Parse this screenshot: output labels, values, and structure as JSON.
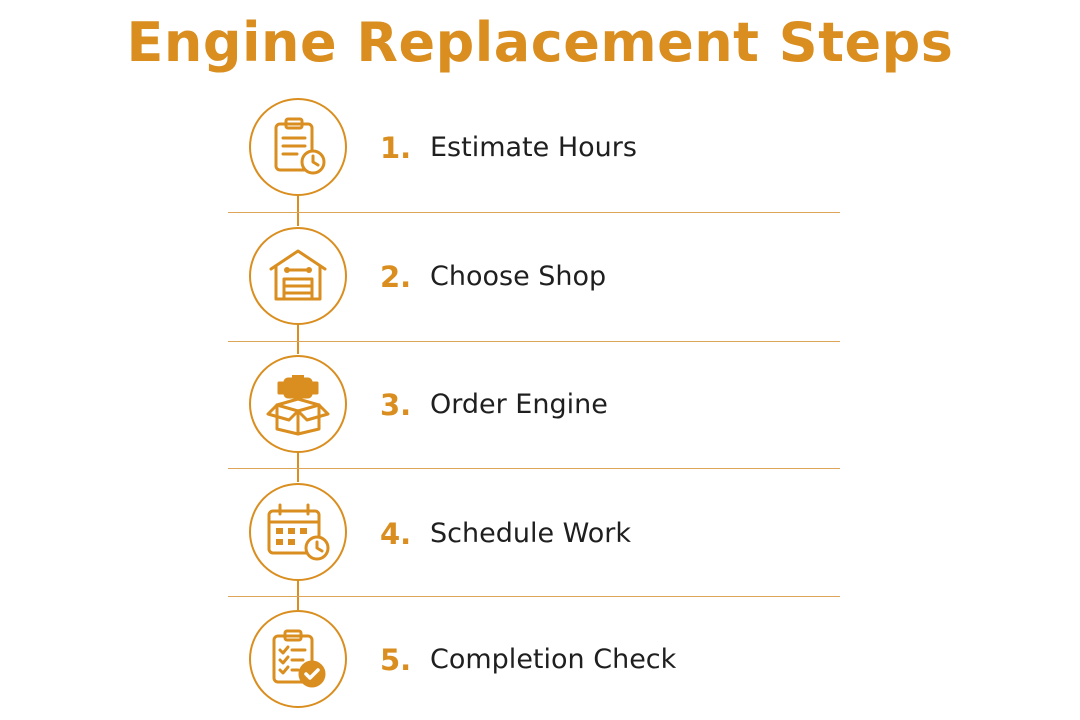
{
  "title": "Engine Replacement Steps",
  "accent_color": "#D98E1F",
  "steps": [
    {
      "number": "1.",
      "label": "Estimate Hours",
      "icon": "clipboard-clock-icon"
    },
    {
      "number": "2.",
      "label": "Choose Shop",
      "icon": "garage-wrench-icon"
    },
    {
      "number": "3.",
      "label": "Order Engine",
      "icon": "engine-box-icon"
    },
    {
      "number": "4.",
      "label": "Schedule Work",
      "icon": "calendar-clock-icon"
    },
    {
      "number": "5.",
      "label": "Completion Check",
      "icon": "checklist-check-icon"
    }
  ]
}
